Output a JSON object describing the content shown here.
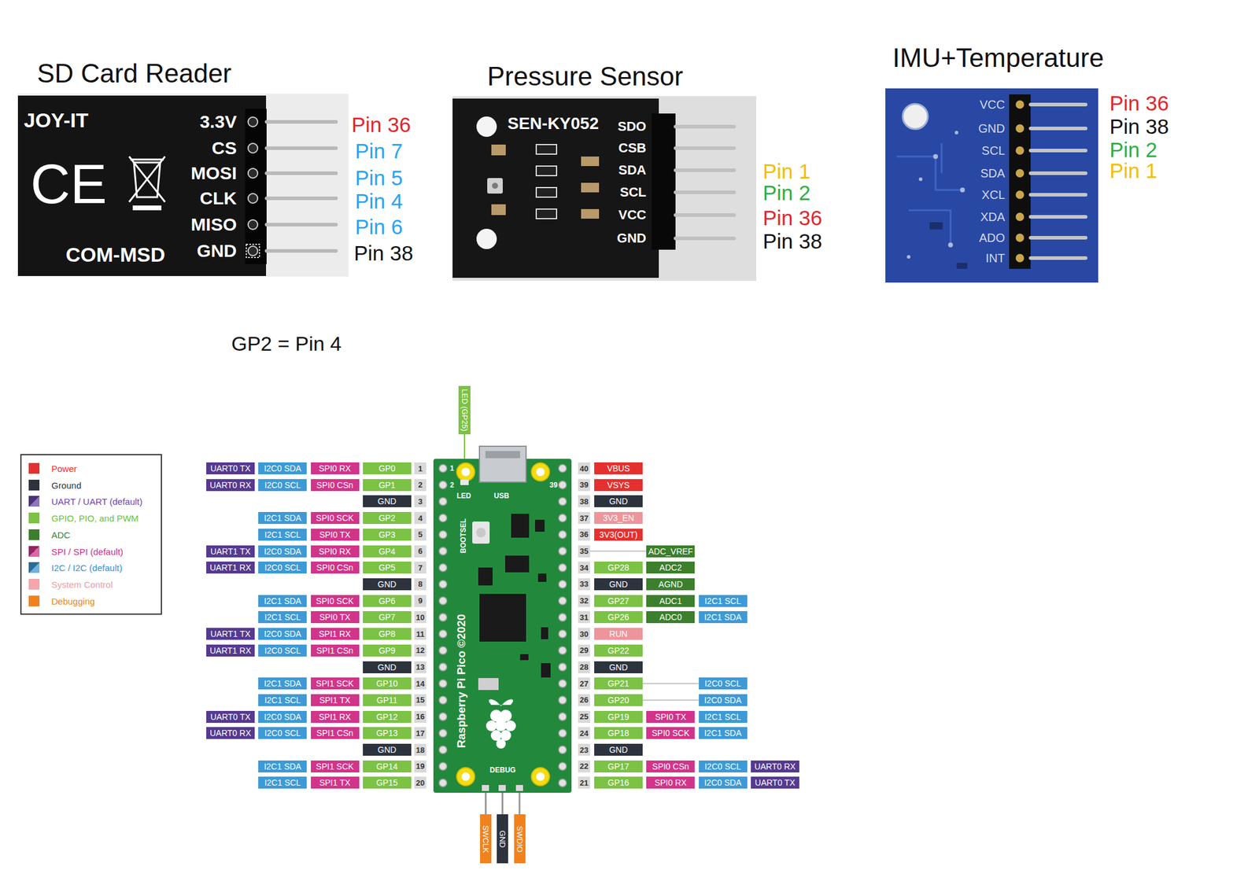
{
  "diagram": {
    "nodes": [
      {
        "text": [
          "JOY-IT",
          "3.3V",
          "CS",
          "CE",
          "MOSI",
          "CLK",
          "MISO",
          "COM-MSD",
          "GND"
        ]
      },
      {
        "text": [
          "SEN-KY052",
          "SDO",
          "CSB",
          "SDA",
          "SCL",
          "VCC",
          "GND"
        ]
      },
      {
        "text": [
          "VCC",
          "GND",
          "SCL",
          "SDA",
          "XCL",
          "XDA",
          "ADO",
          "INT"
        ]
      },
      {
        "text": [
          "LED (GP25)"
        ]
      },
      {
        "text": [
          "1",
          "2",
          "LED",
          "USB",
          "39",
          "BOOTSEL",
          "Raspberry Pi Pico ©2020",
          "DEBUG"
        ]
      },
      {
        "text": [
          "UART0 TX"
        ]
      },
      {
        "text": [
          "I2C0 SDA"
        ]
      },
      {
        "text": [
          "SPI0 RX"
        ]
      },
      {
        "text": [
          "GP0"
        ]
      },
      {
        "text": [
          "1"
        ]
      },
      {
        "text": [
          "40"
        ]
      },
      {
        "text": [
          "VBUS"
        ]
      },
      {
        "text": [
          "UART0 RX"
        ]
      },
      {
        "text": [
          "I2C0 SCL"
        ]
      },
      {
        "text": [
          "SPI0 CSn"
        ]
      },
      {
        "text": [
          "GP1"
        ]
      },
      {
        "text": [
          "2"
        ]
      },
      {
        "text": [
          "39"
        ]
      },
      {
        "text": [
          "VSYS"
        ]
      },
      {
        "text": [
          "GND"
        ]
      },
      {
        "text": [
          "3"
        ]
      },
      {
        "text": [
          "38"
        ]
      },
      {
        "text": [
          "GND"
        ]
      },
      {
        "text": [
          "I2C1 SDA"
        ]
      },
      {
        "text": [
          "SPI0 SCK"
        ]
      },
      {
        "text": [
          "GP2"
        ]
      },
      {
        "text": [
          "4"
        ]
      },
      {
        "text": [
          "37"
        ]
      },
      {
        "text": [
          "3V3_EN"
        ]
      },
      {
        "text": [
          "I2C1 SCL"
        ]
      },
      {
        "text": [
          "SPI0 TX"
        ]
      },
      {
        "text": [
          "GP3"
        ]
      },
      {
        "text": [
          "5"
        ]
      },
      {
        "text": [
          "36"
        ]
      },
      {
        "text": [
          "3V3(OUT)"
        ]
      },
      {
        "text": [
          "UART1 TX"
        ]
      },
      {
        "text": [
          "I2C0 SDA"
        ]
      },
      {
        "text": [
          "SPI0 RX"
        ]
      },
      {
        "text": [
          "GP4"
        ]
      },
      {
        "text": [
          "6"
        ]
      },
      {
        "text": [
          "35"
        ]
      },
      {
        "text": [
          "ADC_VREF"
        ]
      },
      {
        "text": [
          "UART1 RX"
        ]
      },
      {
        "text": [
          "I2C0 SCL"
        ]
      },
      {
        "text": [
          "SPI0 CSn"
        ]
      },
      {
        "text": [
          "GP5"
        ]
      },
      {
        "text": [
          "7"
        ]
      },
      {
        "text": [
          "34"
        ]
      },
      {
        "text": [
          "GP28"
        ]
      },
      {
        "text": [
          "ADC2"
        ]
      },
      {
        "text": [
          "GND"
        ]
      },
      {
        "text": [
          "8"
        ]
      },
      {
        "text": [
          "33"
        ]
      },
      {
        "text": [
          "GND"
        ]
      },
      {
        "text": [
          "AGND"
        ]
      },
      {
        "text": [
          "I2C1 SDA"
        ]
      },
      {
        "text": [
          "SPI0 SCK"
        ]
      },
      {
        "text": [
          "GP6"
        ]
      },
      {
        "text": [
          "9"
        ]
      },
      {
        "text": [
          "32"
        ]
      },
      {
        "text": [
          "GP27"
        ]
      },
      {
        "text": [
          "ADC1"
        ]
      },
      {
        "text": [
          "I2C1 SCL"
        ]
      },
      {
        "text": [
          "I2C1 SCL"
        ]
      },
      {
        "text": [
          "SPI0 TX"
        ]
      },
      {
        "text": [
          "GP7"
        ]
      },
      {
        "text": [
          "10"
        ]
      },
      {
        "text": [
          "31"
        ]
      },
      {
        "text": [
          "GP26"
        ]
      },
      {
        "text": [
          "ADC0"
        ]
      },
      {
        "text": [
          "I2C1 SDA"
        ]
      },
      {
        "text": [
          "UART1 TX"
        ]
      },
      {
        "text": [
          "I2C0 SDA"
        ]
      },
      {
        "text": [
          "SPI1 RX"
        ]
      },
      {
        "text": [
          "GP8"
        ]
      },
      {
        "text": [
          "11"
        ]
      },
      {
        "text": [
          "30"
        ]
      },
      {
        "text": [
          "RUN"
        ]
      },
      {
        "text": [
          "UART1 RX"
        ]
      },
      {
        "text": [
          "I2C0 SCL"
        ]
      },
      {
        "text": [
          "SPI1 CSn"
        ]
      },
      {
        "text": [
          "GP9"
        ]
      },
      {
        "text": [
          "12"
        ]
      },
      {
        "text": [
          "29"
        ]
      },
      {
        "text": [
          "GP22"
        ]
      },
      {
        "text": [
          "GND"
        ]
      },
      {
        "text": [
          "13"
        ]
      },
      {
        "text": [
          "28"
        ]
      },
      {
        "text": [
          "GND"
        ]
      },
      {
        "text": [
          "I2C1 SDA"
        ]
      },
      {
        "text": [
          "SPI1 SCK"
        ]
      },
      {
        "text": [
          "GP10"
        ]
      },
      {
        "text": [
          "14"
        ]
      },
      {
        "text": [
          "27"
        ]
      },
      {
        "text": [
          "GP21"
        ]
      },
      {
        "text": [
          "I2C0 SCL"
        ]
      },
      {
        "text": [
          "I2C1 SCL"
        ]
      },
      {
        "text": [
          "SPI1 TX"
        ]
      },
      {
        "text": [
          "GP11"
        ]
      },
      {
        "text": [
          "15"
        ]
      },
      {
        "text": [
          "26"
        ]
      },
      {
        "text": [
          "GP20"
        ]
      },
      {
        "text": [
          "I2C0 SDA"
        ]
      },
      {
        "text": [
          "UART0 TX"
        ]
      },
      {
        "text": [
          "I2C0 SDA"
        ]
      },
      {
        "text": [
          "SPI1 RX"
        ]
      },
      {
        "text": [
          "GP12"
        ]
      },
      {
        "text": [
          "16"
        ]
      },
      {
        "text": [
          "25"
        ]
      },
      {
        "text": [
          "GP19"
        ]
      },
      {
        "text": [
          "SPI0 TX"
        ]
      },
      {
        "text": [
          "I2C1 SCL"
        ]
      },
      {
        "text": [
          "UART0 RX"
        ]
      },
      {
        "text": [
          "I2C0 SCL"
        ]
      },
      {
        "text": [
          "SPI1 CSn"
        ]
      },
      {
        "text": [
          "GP13"
        ]
      },
      {
        "text": [
          "17"
        ]
      },
      {
        "text": [
          "24"
        ]
      },
      {
        "text": [
          "GP18"
        ]
      },
      {
        "text": [
          "SPI0 SCK"
        ]
      },
      {
        "text": [
          "I2C1 SDA"
        ]
      },
      {
        "text": [
          "GND"
        ]
      },
      {
        "text": [
          "18"
        ]
      },
      {
        "text": [
          "23"
        ]
      },
      {
        "text": [
          "GND"
        ]
      },
      {
        "text": [
          "I2C1 SDA"
        ]
      },
      {
        "text": [
          "SPI1 SCK"
        ]
      },
      {
        "text": [
          "GP14"
        ]
      },
      {
        "text": [
          "19"
        ]
      },
      {
        "text": [
          "22"
        ]
      },
      {
        "text": [
          "GP17"
        ]
      },
      {
        "text": [
          "SPI0 CSn"
        ]
      },
      {
        "text": [
          "I2C0 SCL"
        ]
      },
      {
        "text": [
          "UART0 RX"
        ]
      },
      {
        "text": [
          "I2C1 SCL"
        ]
      },
      {
        "text": [
          "SPI1 TX"
        ]
      },
      {
        "text": [
          "GP15"
        ]
      },
      {
        "text": [
          "20"
        ]
      },
      {
        "text": [
          "21"
        ]
      },
      {
        "text": [
          "GP16"
        ]
      },
      {
        "text": [
          "SPI0 RX"
        ]
      },
      {
        "text": [
          "I2C0 SDA"
        ]
      },
      {
        "text": [
          "UART0 TX"
        ]
      },
      {
        "text": [
          "SWCLK"
        ]
      },
      {
        "text": [
          "GND"
        ]
      },
      {
        "text": [
          "SWDIO"
        ]
      }
    ],
    "edges": [
      {
        "from": 40,
        "to": 41,
        "arrow": "none"
      },
      {
        "from": 94,
        "to": 95,
        "arrow": "none"
      },
      {
        "from": 101,
        "to": 102,
        "arrow": "none"
      }
    ],
    "labels": [
      "SD Card Reader",
      "Pressure Sensor",
      "IMU+Temperature",
      "Pin 36",
      "Pin 7",
      "Pin 5",
      "Pin 4",
      "Pin 6",
      "Pin 38",
      "Pin 1",
      "Pin 2",
      "Pin 36",
      "Pin 38",
      "Pin 36",
      "Pin 38",
      "Pin 2",
      "Pin 1",
      "GP2 = Pin 4"
    ],
    "legend": [
      {
        "text": "Power",
        "color": "#e4312f"
      },
      {
        "text": "Ground",
        "color": "#2d333d"
      },
      {
        "text": "UART / UART (default)",
        "color": "#6a47a8"
      },
      {
        "text": "GPIO, PIO, and PWM",
        "color": "#7cc245"
      },
      {
        "text": "ADC",
        "color": "#3c7f2c"
      },
      {
        "text": "SPI / SPI (default)",
        "color": "#d2348a"
      },
      {
        "text": "I2C / I2C (default)",
        "color": "#3d9ad6"
      },
      {
        "text": "System Control",
        "color": "#f3a6ab"
      },
      {
        "text": "Debugging",
        "color": "#f0821e"
      }
    ]
  }
}
